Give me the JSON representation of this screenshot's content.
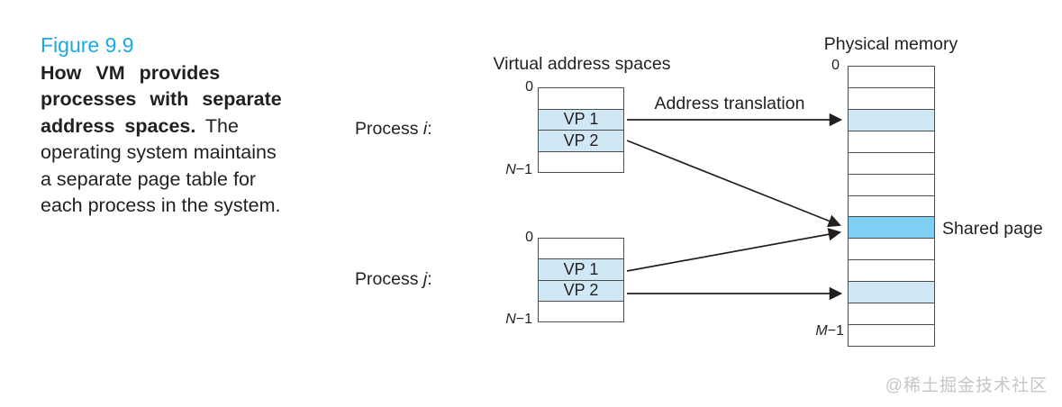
{
  "caption": {
    "figure_label": "Figure 9.9",
    "title_line1": "How VM provides",
    "title_line2": "processes with separate",
    "title_line3_bold": "address spaces.",
    "title_line3_rest": " The",
    "body_line1": "operating system maintains",
    "body_line2": "a separate page table for",
    "body_line3": "each process in the system."
  },
  "diagram": {
    "virtual_title": "Virtual address spaces",
    "physical_title": "Physical memory",
    "address_translation_label": "Address translation",
    "shared_page_label": "Shared page",
    "process_i": {
      "name_prefix": "Process ",
      "name_var": "i",
      "name_suffix": ":",
      "top_label": "0",
      "bottom_var": "N",
      "bottom_rest": "−1",
      "rows": [
        {
          "label": "",
          "fill": "plain"
        },
        {
          "label": "VP 1",
          "fill": "light"
        },
        {
          "label": "VP 2",
          "fill": "light"
        },
        {
          "label": "",
          "fill": "plain"
        }
      ]
    },
    "process_j": {
      "name_prefix": "Process ",
      "name_var": "j",
      "name_suffix": ":",
      "top_label": "0",
      "bottom_var": "N",
      "bottom_rest": "−1",
      "rows": [
        {
          "label": "",
          "fill": "plain"
        },
        {
          "label": "VP 1",
          "fill": "light"
        },
        {
          "label": "VP 2",
          "fill": "light"
        },
        {
          "label": "",
          "fill": "plain"
        }
      ]
    },
    "physical_memory": {
      "top_label": "0",
      "bottom_var": "M",
      "bottom_rest": "−1",
      "rows": [
        {
          "label": "",
          "fill": "plain"
        },
        {
          "label": "",
          "fill": "plain"
        },
        {
          "label": "",
          "fill": "light"
        },
        {
          "label": "",
          "fill": "plain"
        },
        {
          "label": "",
          "fill": "plain"
        },
        {
          "label": "",
          "fill": "plain"
        },
        {
          "label": "",
          "fill": "plain"
        },
        {
          "label": "",
          "fill": "shared"
        },
        {
          "label": "",
          "fill": "plain"
        },
        {
          "label": "",
          "fill": "plain"
        },
        {
          "label": "",
          "fill": "light"
        },
        {
          "label": "",
          "fill": "plain"
        },
        {
          "label": "",
          "fill": "plain"
        }
      ]
    }
  },
  "colors": {
    "accent": "#1ba8e1",
    "text": "#231f20",
    "border": "#4d4d4d",
    "light_page": "#d0e8f5",
    "shared_page": "#7ecff2",
    "watermark": "#c6c6c6"
  },
  "watermark": "@稀土掘金技术社区"
}
